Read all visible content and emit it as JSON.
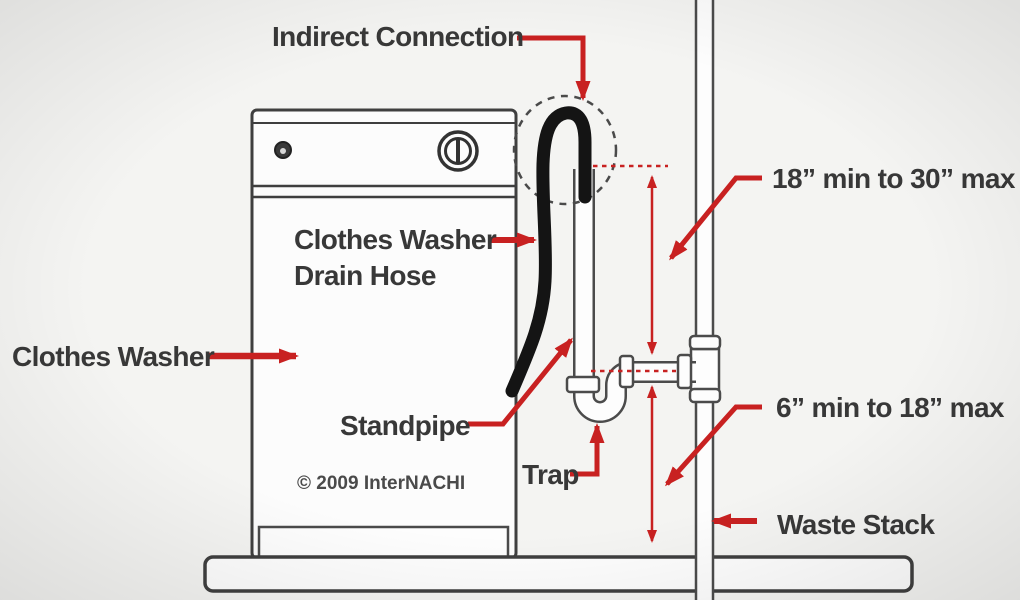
{
  "diagram": {
    "title": "Clothes washer drain standpipe diagram",
    "labels": {
      "indirect_connection": "Indirect Connection",
      "drain_hose_line1": "Clothes Washer",
      "drain_hose_line2": "Drain Hose",
      "clothes_washer": "Clothes Washer",
      "standpipe": "Standpipe",
      "trap": "Trap",
      "waste_stack": "Waste Stack",
      "dim_standpipe_height": "18” min to 30” max",
      "dim_trap_height": "6” min to 18” max",
      "copyright": "© 2009 InterNACHI"
    },
    "colors": {
      "annotation_red": "#c82121",
      "pipe_gray": "#4b4b4b",
      "washer_outline": "#3f3f3f",
      "text": "#383838",
      "background": "#f4f4f2"
    }
  }
}
